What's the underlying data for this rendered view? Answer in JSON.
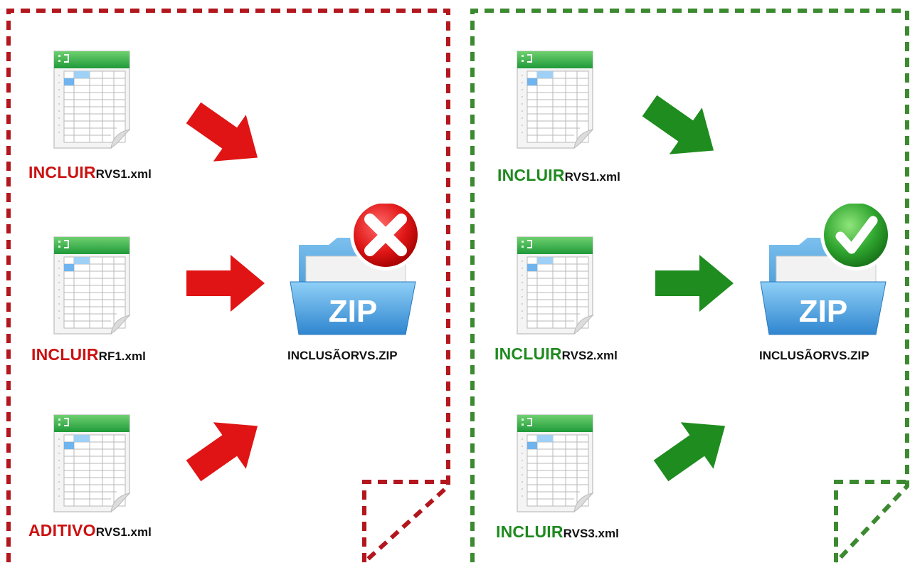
{
  "colors": {
    "error": "#cc1111",
    "success": "#1f8a1f",
    "text": "#111111"
  },
  "left_panel": {
    "status": "rejected",
    "status_icon": "red-x-icon",
    "files": [
      {
        "action": "INCLUIR",
        "name": "RVS1.xml"
      },
      {
        "action": "INCLUIR",
        "name": "RF1.xml"
      },
      {
        "action": "ADITIVO",
        "name": "RVS1.xml"
      }
    ],
    "zip_label": "ZIP",
    "zip_name": "INCLUSÃORVS.ZIP"
  },
  "right_panel": {
    "status": "accepted",
    "status_icon": "green-check-icon",
    "files": [
      {
        "action": "INCLUIR",
        "name": "RVS1.xml"
      },
      {
        "action": "INCLUIR",
        "name": "RVS2.xml"
      },
      {
        "action": "INCLUIR",
        "name": "RVS3.xml"
      }
    ],
    "zip_label": "ZIP",
    "zip_name": "INCLUSÃORVS.ZIP"
  }
}
